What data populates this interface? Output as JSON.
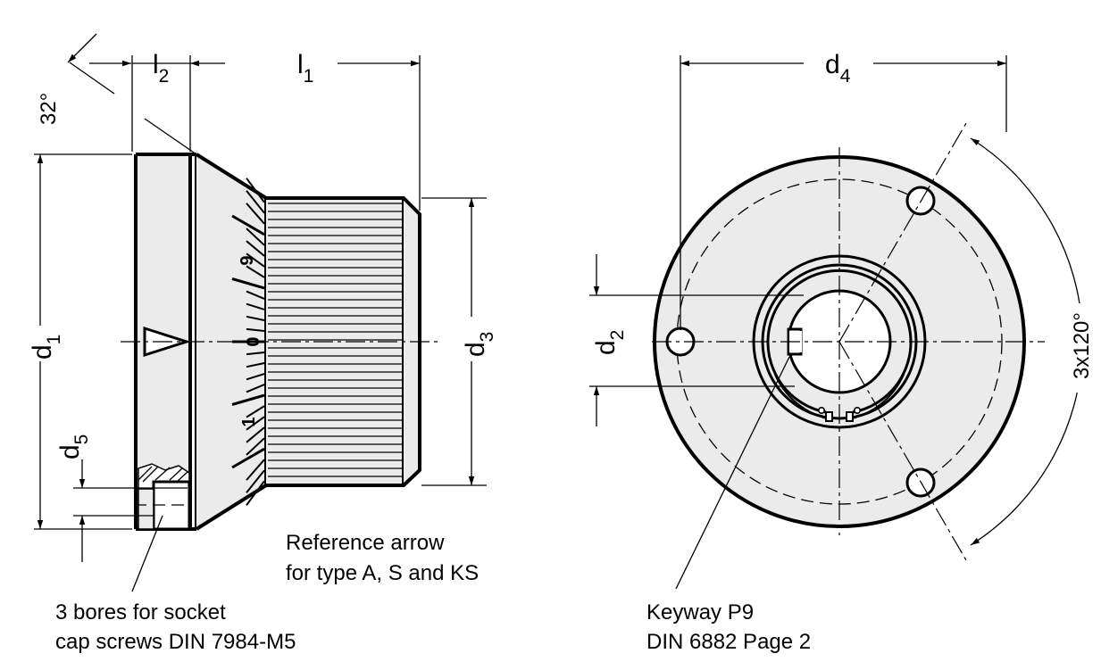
{
  "side_view": {
    "labels": {
      "l1": "l",
      "l1_sub": "1",
      "l2": "l",
      "l2_sub": "2",
      "d1": "d",
      "d1_sub": "1",
      "d3": "d",
      "d3_sub": "3",
      "d5": "d",
      "d5_sub": "5",
      "angle": "32°"
    },
    "scale_digits": {
      "top": "9",
      "middle": "0",
      "bottom": "1"
    },
    "notes": {
      "reference_arrow": [
        "Reference arrow",
        "for type A, S and KS"
      ],
      "bores": [
        "3 bores for socket",
        "cap screws DIN 7984-M5"
      ]
    }
  },
  "front_view": {
    "labels": {
      "d4": "d",
      "d4_sub": "4",
      "d2": "d",
      "d2_sub": "2",
      "angle": "3x120°"
    },
    "notes": {
      "keyway": [
        "Keyway P9",
        "DIN 6882 Page 2"
      ]
    }
  },
  "colors": {
    "line": "#000000",
    "fill": "#ebebeb",
    "background": "#ffffff"
  }
}
